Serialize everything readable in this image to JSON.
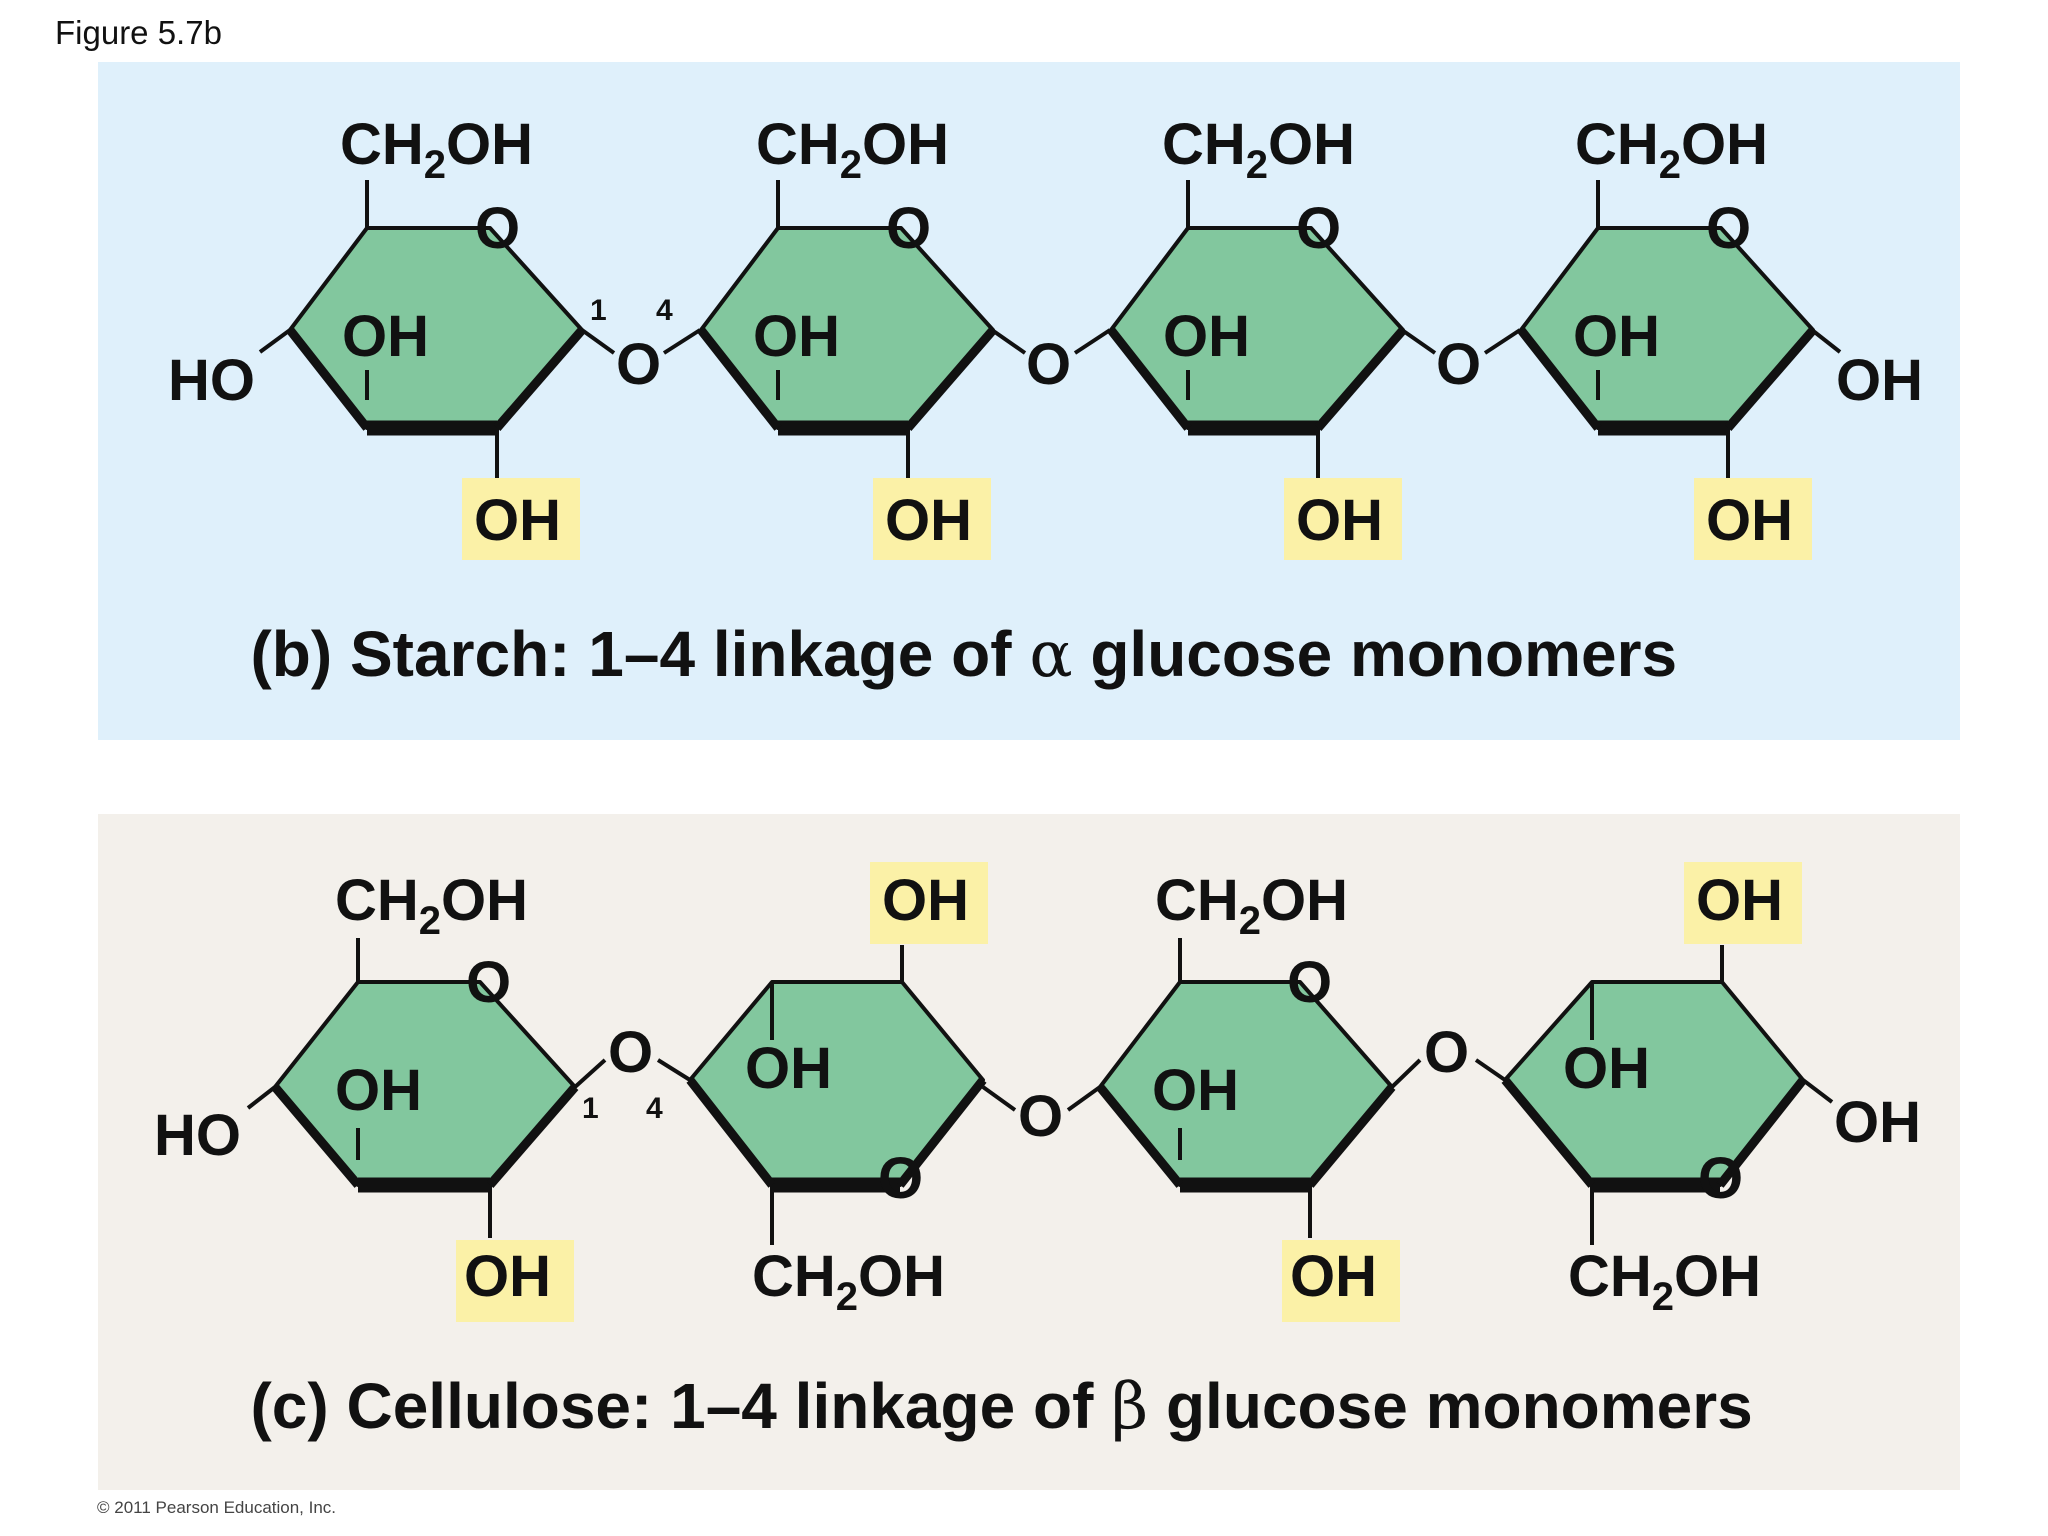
{
  "figure_label": "Figure 5.7b",
  "copyright": "© 2011 Pearson Education, Inc.",
  "colors": {
    "starch_bg": "#dff0fb",
    "cellulose_bg": "#f3f0eb",
    "ring_fill": "#82c79e",
    "highlight": "#fbf1a7",
    "ink": "#111111"
  },
  "panel_b": {
    "caption_prefix": "(b) Starch: 1–4 linkage of ",
    "caption_greek": "α",
    "caption_suffix": " glucose monomers",
    "left_end": "HO",
    "right_end": "OH",
    "link_numbers": {
      "one": "1",
      "four": "4"
    },
    "bridge_oxygen": "O",
    "ring_oxygen": "O",
    "units": [
      {
        "top": "CH2OH",
        "ring_oh": "OH",
        "bottom_oh": "OH"
      },
      {
        "top": "CH2OH",
        "ring_oh": "OH",
        "bottom_oh": "OH"
      },
      {
        "top": "CH2OH",
        "ring_oh": "OH",
        "bottom_oh": "OH"
      },
      {
        "top": "CH2OH",
        "ring_oh": "OH",
        "bottom_oh": "OH"
      }
    ]
  },
  "panel_c": {
    "caption_prefix": "(c) Cellulose: 1–4 linkage of ",
    "caption_greek": "β",
    "caption_suffix": " glucose monomers",
    "left_end": "HO",
    "right_end": "OH",
    "link_numbers": {
      "one": "1",
      "four": "4"
    },
    "bridge_oxygen": "O",
    "ring_oxygen": "O",
    "units": [
      {
        "top": "CH2OH",
        "ring_oh": "OH",
        "bottom": "OH"
      },
      {
        "top": "OH",
        "ring_oh": "OH",
        "bottom": "CH2OH"
      },
      {
        "top": "CH2OH",
        "ring_oh": "OH",
        "bottom": "OH"
      },
      {
        "top": "OH",
        "ring_oh": "OH",
        "bottom": "CH2OH"
      }
    ]
  }
}
